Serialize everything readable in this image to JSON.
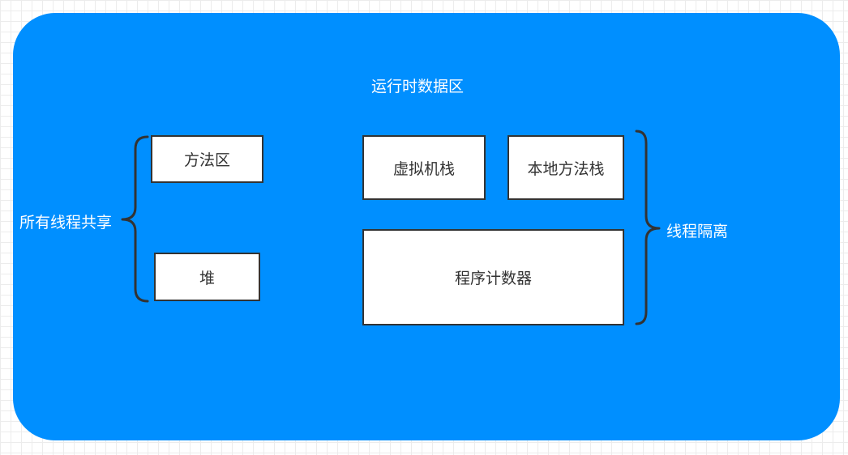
{
  "diagram": {
    "title": "运行时数据区",
    "shared_group": {
      "label": "所有线程共享",
      "areas": [
        "方法区",
        "堆"
      ]
    },
    "isolated_group": {
      "label": "线程隔离",
      "areas": [
        "虚拟机栈",
        "本地方法栈",
        "程序计数器"
      ]
    }
  },
  "colors": {
    "panel_fill": "#008fff",
    "box_fill": "#ffffff",
    "box_border": "#333333",
    "label_text": "#ffffff"
  }
}
